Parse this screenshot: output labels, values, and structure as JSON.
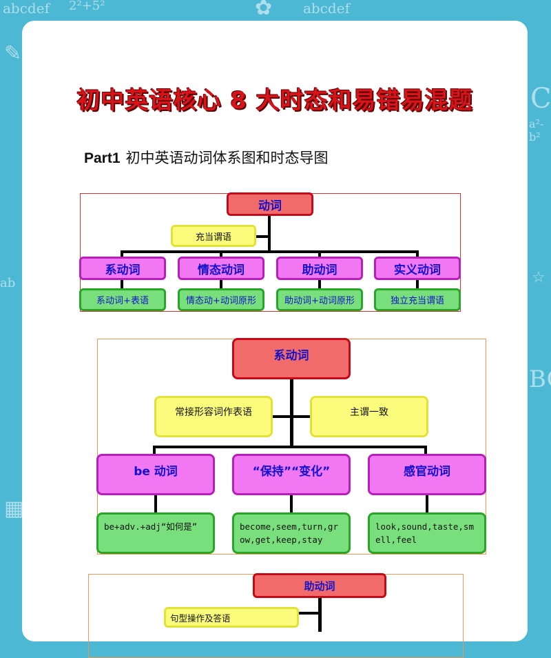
{
  "title": "初中英语核心 8 大时态和易错易混题",
  "part": {
    "label": "Part1",
    "text": "初中英语动词体系图和时态导图"
  },
  "diagram1": {
    "root": "动词",
    "note": "充当谓语",
    "branches": [
      {
        "label": "系动词",
        "leaf": "系动词+表语"
      },
      {
        "label": "情态动词",
        "leaf": "情态动+动词原形"
      },
      {
        "label": "助动词",
        "leaf": "助动词+动词原形"
      },
      {
        "label": "实义动词",
        "leaf": "独立充当谓语"
      }
    ]
  },
  "diagram2": {
    "root": "系动词",
    "note_left": "常接形容词作表语",
    "note_right": "主谓一致",
    "branches": [
      {
        "label": "be 动词",
        "leaf": "be+adv.+adj“如何是”"
      },
      {
        "label": "“保持”“变化”",
        "leaf": "become,seem,turn,grow,get,keep,stay"
      },
      {
        "label": "感官动词",
        "leaf": "look,sound,taste,smell,feel"
      }
    ]
  },
  "diagram3": {
    "root": "助动词",
    "note": "句型操作及答语"
  },
  "colors": {
    "red_fill": "#f26b6b",
    "yellow_fill": "#fbfb7c",
    "pink_fill": "#f277f2",
    "green_fill": "#79df7d",
    "background": "#4db8d4",
    "title_red": "#d8141b"
  }
}
